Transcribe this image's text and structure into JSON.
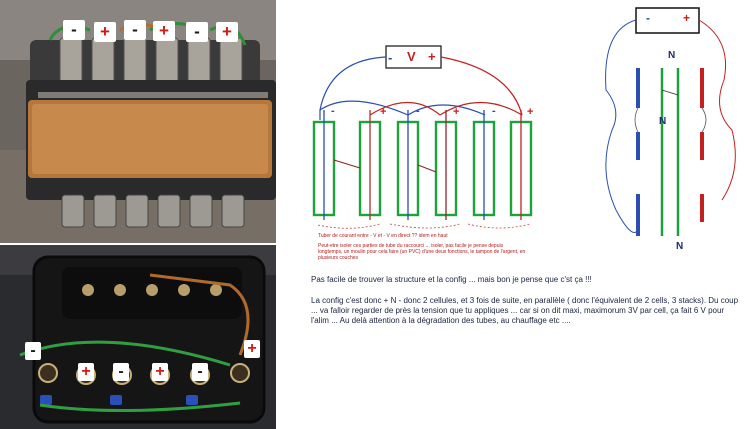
{
  "photo_top_labels": [
    "-",
    "+",
    "-",
    "+",
    "-",
    "+"
  ],
  "photo_bottom_labels": [
    "-",
    "+",
    "-",
    "+",
    "-",
    "+",
    "-",
    "+"
  ],
  "diagram_left": {
    "meter_minus": "-",
    "meter_label": "V",
    "meter_plus": "+",
    "tube_signs": [
      "-",
      "+",
      "-",
      "+",
      "-",
      "+"
    ],
    "equals": "=",
    "note_line1": "Tuber de courant entre - V et - V en direct ?? idem en haut",
    "note_line2": "Peut-etre isoler ces parties de tube du raccourci ... isoler, pas facile je pense depuis longtemps, un moulin pour cela faire (un PVC) d'une deux fonctions, le tampon de l'argent, en plusieurs couches"
  },
  "diagram_right": {
    "meter_minus": "-",
    "meter_plus": "+",
    "labels_n": [
      "N",
      "N",
      "N"
    ]
  },
  "text": {
    "line1": "Pas facile de trouver la structure et la config ... mais bon je pense que c'st ça !!!",
    "line2": "La config c'est donc + N - donc 2 cellules, et 3 fois de suite, en parallèle ( donc l'équivalent de 2 cells, 3 stacks). Du coup ... va falloir regarder de près la tension que tu appliques ... car si on dit maxi, maximorum 3V par cell, ça fait 6 V pour l'alim ... Au delà attention à la dégradation des tubes, au chauffage etc ...."
  },
  "colors": {
    "minus_wire": "#2a4fb0",
    "plus_wire": "#c42020",
    "tube_green": "#1ea33c",
    "equals": "#9a2222"
  }
}
